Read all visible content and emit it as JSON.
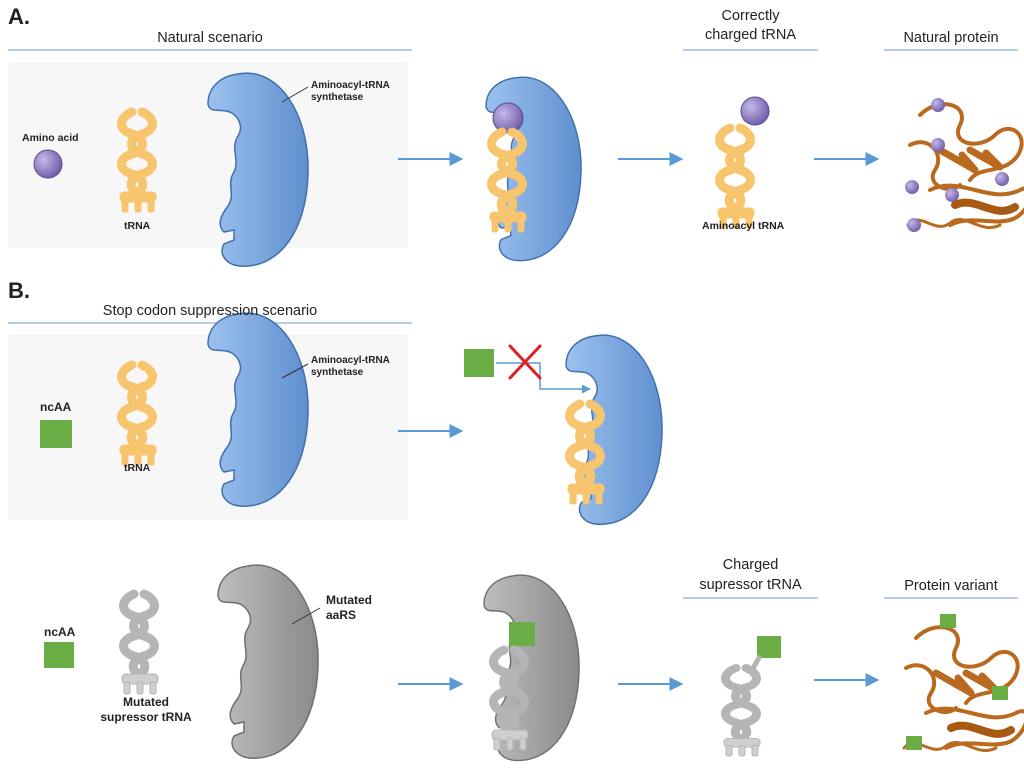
{
  "panel_a": {
    "label": "A.",
    "header": "Natural scenario",
    "amino_acid_label": "Amino acid",
    "trna_label": "tRNA",
    "synthetase_label_1": "Aminoacyl-tRNA",
    "synthetase_label_2": "synthetase",
    "charged_header_1": "Correctly",
    "charged_header_2": "charged tRNA",
    "aminoacyl_label": "Aminoacyl tRNA",
    "protein_header": "Natural protein"
  },
  "panel_b": {
    "label": "B.",
    "header": "Stop codon suppression scenario",
    "ncaa_label_1": "ncAA",
    "trna_label": "tRNA",
    "synthetase_label_1": "Aminoacyl-tRNA",
    "synthetase_label_2": "synthetase",
    "ncaa_label_2": "ncAA",
    "mutated_trna_1": "Mutated",
    "mutated_trna_2": "supressor tRNA",
    "mutated_aars_1": "Mutated",
    "mutated_aars_2": "aaRS",
    "charged_header_1": "Charged",
    "charged_header_2": "supressor tRNA",
    "variant_header": "Protein variant"
  },
  "colors": {
    "amino_acid": "#9b8ac9",
    "ncaa": "#6aad45",
    "synthetase": "#7aa6dc",
    "mutated_synthetase": "#a3a3a3",
    "trna": "#f7c56e",
    "mutated_trna": "#cfcfcf",
    "protein": "#b96a1e",
    "arrow": "#5b9bd5",
    "block": "#e02020"
  }
}
